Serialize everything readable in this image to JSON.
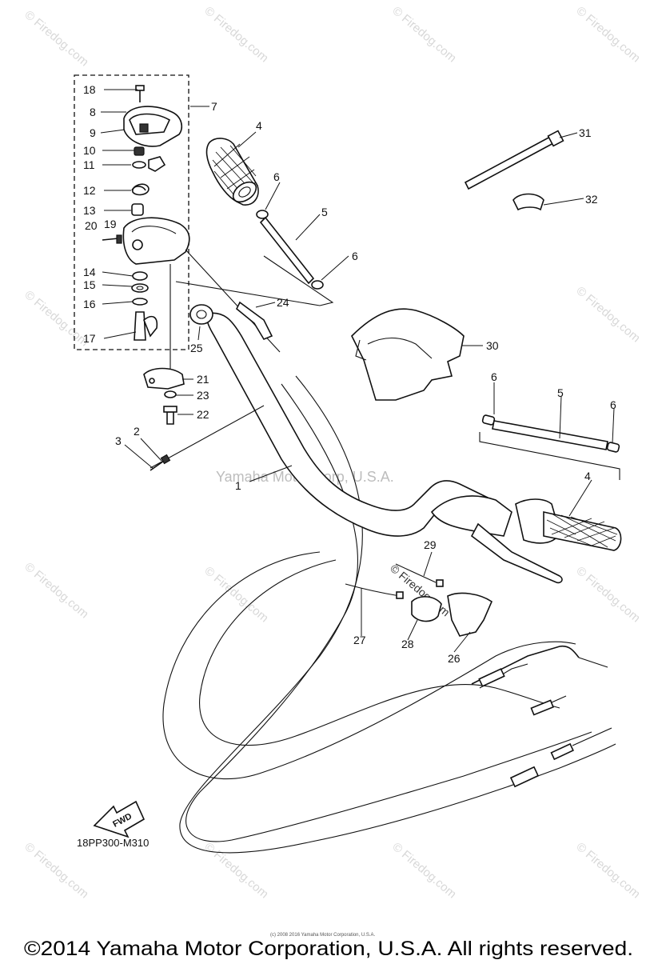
{
  "diagram": {
    "center_watermark": "Yamaha Motor Corp, U.S.A.",
    "site_watermark": "© Firedog.com",
    "diagram_code": "18PP300-M310",
    "fwd_label": "FWD",
    "small_copyright": "(c) 2008 2016 Yamaha Motor Corporation, U.S.A.",
    "copyright": "©2014 Yamaha Motor Corporation, U.S.A. All rights reserved.",
    "callouts": [
      "1",
      "2",
      "3",
      "4",
      "4",
      "5",
      "5",
      "6",
      "6",
      "6",
      "6",
      "7",
      "8",
      "9",
      "10",
      "11",
      "12",
      "13",
      "14",
      "15",
      "16",
      "17",
      "18",
      "19",
      "20",
      "21",
      "22",
      "23",
      "24",
      "25",
      "26",
      "27",
      "28",
      "29",
      "30",
      "31",
      "32"
    ]
  }
}
